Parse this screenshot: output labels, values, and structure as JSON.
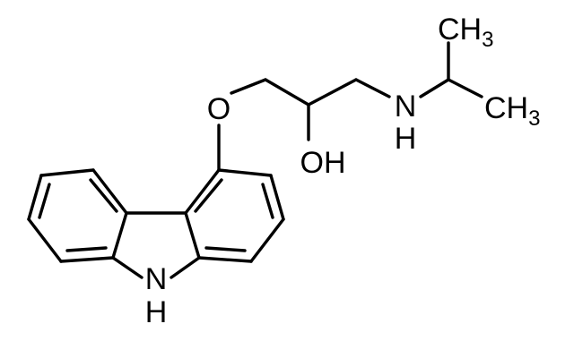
{
  "molecule": {
    "atoms": {
      "o_ether": "O",
      "oh_group": "OH",
      "amine_nh": "N",
      "amine_nh_h": "H",
      "methyl_top_c": "CH",
      "methyl_top_sub": "3",
      "methyl_bottom_c": "CH",
      "methyl_bottom_sub": "3",
      "carbazole_nh": "N",
      "carbazole_nh_h": "H"
    }
  }
}
